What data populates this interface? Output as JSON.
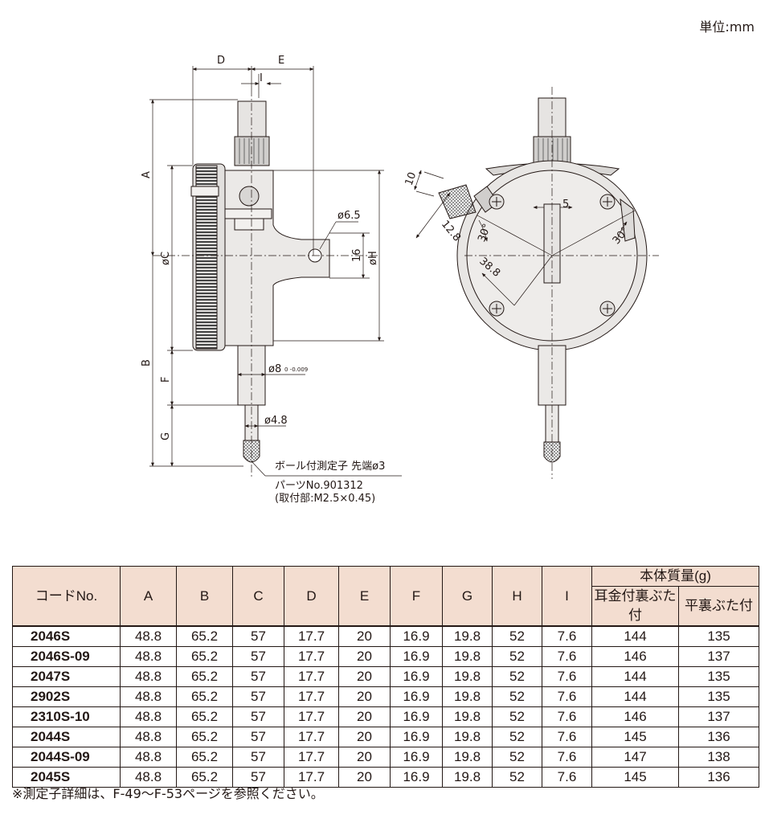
{
  "unit_label": "単位:mm",
  "drawing": {
    "dims": {
      "D": "D",
      "E": "E",
      "I": "I",
      "A": "A",
      "C": "øC",
      "B": "B",
      "F": "F",
      "G": "G",
      "H": "øH",
      "hole": "ø6.5",
      "sixteen": "16",
      "stem": "ø8",
      "stem_tol": "0\n-0.009",
      "spindle": "ø4.8",
      "ten": "10",
      "five": "5",
      "r128": "12.8",
      "r388": "38.8",
      "ang1": "30°",
      "ang2": "30°"
    },
    "callout": {
      "line1": "ボール付測定子  先端ø3",
      "line2": "パーツNo.901312",
      "line3": "(取付部:M2.5×0.45)"
    }
  },
  "table": {
    "headers": {
      "code": "コードNo.",
      "A": "A",
      "B": "B",
      "C": "C",
      "D": "D",
      "E": "E",
      "F": "F",
      "G": "G",
      "H": "H",
      "I": "I",
      "mass": "本体質量(g)",
      "mass_lug": "耳金付裏ぶた付",
      "mass_flat": "平裏ぶた付"
    },
    "rows": [
      {
        "code": "2046S",
        "A": "48.8",
        "B": "65.2",
        "C": "57",
        "D": "17.7",
        "E": "20",
        "F": "16.9",
        "G": "19.8",
        "H": "52",
        "I": "7.6",
        "lug": "144",
        "flat": "135"
      },
      {
        "code": "2046S-09",
        "A": "48.8",
        "B": "65.2",
        "C": "57",
        "D": "17.7",
        "E": "20",
        "F": "16.9",
        "G": "19.8",
        "H": "52",
        "I": "7.6",
        "lug": "146",
        "flat": "137"
      },
      {
        "code": "2047S",
        "A": "48.8",
        "B": "65.2",
        "C": "57",
        "D": "17.7",
        "E": "20",
        "F": "16.9",
        "G": "19.8",
        "H": "52",
        "I": "7.6",
        "lug": "144",
        "flat": "135"
      },
      {
        "code": "2902S",
        "A": "48.8",
        "B": "65.2",
        "C": "57",
        "D": "17.7",
        "E": "20",
        "F": "16.9",
        "G": "19.8",
        "H": "52",
        "I": "7.6",
        "lug": "144",
        "flat": "135"
      },
      {
        "code": "2310S-10",
        "A": "48.8",
        "B": "65.2",
        "C": "57",
        "D": "17.7",
        "E": "20",
        "F": "16.9",
        "G": "19.8",
        "H": "52",
        "I": "7.6",
        "lug": "146",
        "flat": "137"
      },
      {
        "code": "2044S",
        "A": "48.8",
        "B": "65.2",
        "C": "57",
        "D": "17.7",
        "E": "20",
        "F": "16.9",
        "G": "19.8",
        "H": "52",
        "I": "7.6",
        "lug": "145",
        "flat": "136"
      },
      {
        "code": "2044S-09",
        "A": "48.8",
        "B": "65.2",
        "C": "57",
        "D": "17.7",
        "E": "20",
        "F": "16.9",
        "G": "19.8",
        "H": "52",
        "I": "7.6",
        "lug": "147",
        "flat": "138"
      },
      {
        "code": "2045S",
        "A": "48.8",
        "B": "65.2",
        "C": "57",
        "D": "17.7",
        "E": "20",
        "F": "16.9",
        "G": "19.8",
        "H": "52",
        "I": "7.6",
        "lug": "145",
        "flat": "136"
      }
    ]
  },
  "note": "※測定子詳細は、F-49〜F-53ページを参照ください。"
}
